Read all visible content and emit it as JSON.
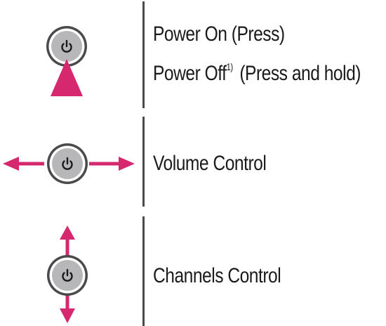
{
  "colors": {
    "accent": "#d6286e",
    "button_ring": "#4a4a4a",
    "button_face": "#b7b7b9",
    "divider": "#4a4a4a"
  },
  "rows": [
    {
      "id": "power",
      "gesture": "press",
      "icon": "power-icon",
      "labels": [
        {
          "text": "Power On (Press)"
        },
        {
          "prefix": "Power Off",
          "superscript": "1)",
          "suffix": "(Press and hold)"
        }
      ]
    },
    {
      "id": "volume",
      "gesture": "left-right",
      "icon": "power-icon",
      "labels": [
        {
          "text": "Volume Control"
        }
      ]
    },
    {
      "id": "channels",
      "gesture": "up-down",
      "icon": "power-icon",
      "labels": [
        {
          "text": "Channels Control"
        }
      ]
    }
  ]
}
